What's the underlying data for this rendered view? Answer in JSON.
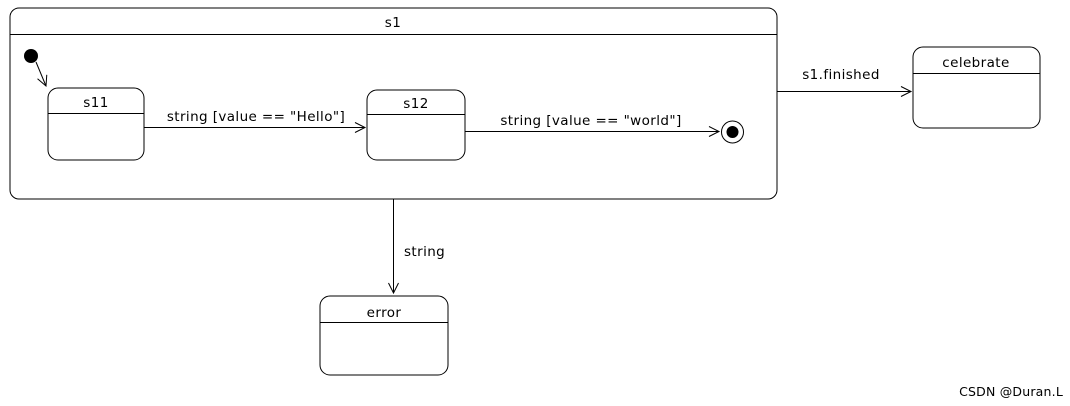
{
  "diagram": {
    "type": "uml-state-machine",
    "stroke_color": "#000000",
    "background_color": "#ffffff",
    "composite": {
      "label": "s1"
    },
    "states": {
      "s11": {
        "label": "s11"
      },
      "s12": {
        "label": "s12"
      },
      "celebrate": {
        "label": "celebrate"
      },
      "error": {
        "label": "error"
      }
    },
    "pseudostates": {
      "initial": {
        "kind": "initial"
      },
      "final": {
        "kind": "final"
      }
    },
    "transitions": {
      "initial_to_s11": {
        "from": "initial",
        "to": "s11",
        "label": ""
      },
      "s11_to_s12": {
        "from": "s11",
        "to": "s12",
        "label": "string [value == \"Hello\"]"
      },
      "s12_to_final": {
        "from": "s12",
        "to": "final",
        "label": "string [value == \"world\"]"
      },
      "s1_to_celebrate": {
        "from": "s1",
        "to": "celebrate",
        "label": "s1.finished"
      },
      "s1_to_error": {
        "from": "s1",
        "to": "error",
        "label": "string"
      }
    }
  },
  "watermark": {
    "text": "CSDN @Duran.L",
    "color": "#a79a9c"
  }
}
